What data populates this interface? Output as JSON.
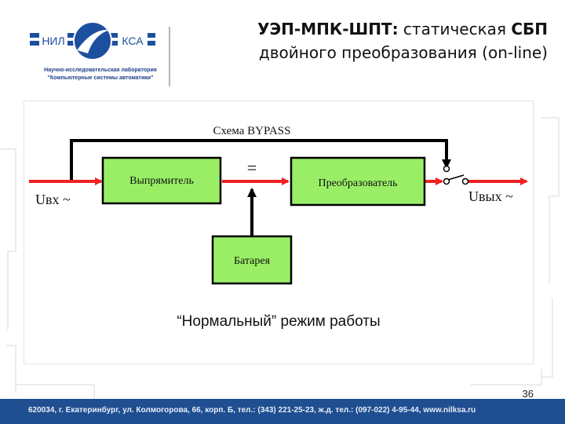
{
  "header": {
    "title_bold": "УЭП-МПК-ШПТ:",
    "title_rest": " статическая ",
    "title_bold2": "СБП",
    "title_line2": "двойного преобразования (on-line)"
  },
  "logo": {
    "left_text": "НИЛ",
    "right_text": "КСА",
    "subtitle_line1": "Научно-исследовательская лаборатория",
    "subtitle_line2": "\"Компьютерные системы автоматики\""
  },
  "diagram": {
    "bypass_label": "Схема BYPASS",
    "rectifier_label": "Выпрямитель",
    "inverter_label": "Преобразователь",
    "battery_label": "Батарея",
    "dc_symbol": "=",
    "input_label": "Uвх ~",
    "output_label": "Uвых ~",
    "caption": "“Нормальный” режим работы",
    "colors": {
      "block_fill": "#99ee66",
      "power_line": "#ee2222",
      "control_line": "#000000"
    }
  },
  "footer": {
    "page_number": "36",
    "address": "620034, г. Екатеринбург, ул. Колмогорова, 66, корп. Б, тел.: (343) 221-25-23, ж.д. тел.: (097-022) 4-95-44, www.nilksa.ru"
  }
}
